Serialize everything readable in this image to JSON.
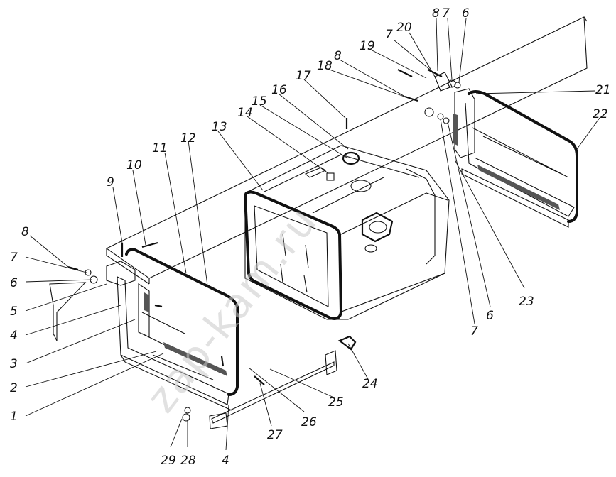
{
  "watermark": "zap-kam.ru",
  "callouts": [
    {
      "id": "c1",
      "label": "1"
    },
    {
      "id": "c2",
      "label": "2"
    },
    {
      "id": "c3",
      "label": "3"
    },
    {
      "id": "c4a",
      "label": "4"
    },
    {
      "id": "c4b",
      "label": "4"
    },
    {
      "id": "c5",
      "label": "5"
    },
    {
      "id": "c6a",
      "label": "6"
    },
    {
      "id": "c6b",
      "label": "6"
    },
    {
      "id": "c6c",
      "label": "6"
    },
    {
      "id": "c7a",
      "label": "7"
    },
    {
      "id": "c7b",
      "label": "7"
    },
    {
      "id": "c7c",
      "label": "7"
    },
    {
      "id": "c7d",
      "label": "7"
    },
    {
      "id": "c8a",
      "label": "8"
    },
    {
      "id": "c8b",
      "label": "8"
    },
    {
      "id": "c8c",
      "label": "8"
    },
    {
      "id": "c9",
      "label": "9"
    },
    {
      "id": "c10",
      "label": "10"
    },
    {
      "id": "c11",
      "label": "11"
    },
    {
      "id": "c12",
      "label": "12"
    },
    {
      "id": "c13",
      "label": "13"
    },
    {
      "id": "c14",
      "label": "14"
    },
    {
      "id": "c15",
      "label": "15"
    },
    {
      "id": "c16",
      "label": "16"
    },
    {
      "id": "c17",
      "label": "17"
    },
    {
      "id": "c18",
      "label": "18"
    },
    {
      "id": "c19",
      "label": "19"
    },
    {
      "id": "c20",
      "label": "20"
    },
    {
      "id": "c21",
      "label": "21"
    },
    {
      "id": "c22",
      "label": "22"
    },
    {
      "id": "c23",
      "label": "23"
    },
    {
      "id": "c24",
      "label": "24"
    },
    {
      "id": "c25",
      "label": "25"
    },
    {
      "id": "c26",
      "label": "26"
    },
    {
      "id": "c27",
      "label": "27"
    },
    {
      "id": "c28",
      "label": "28"
    },
    {
      "id": "c29",
      "label": "29"
    }
  ]
}
